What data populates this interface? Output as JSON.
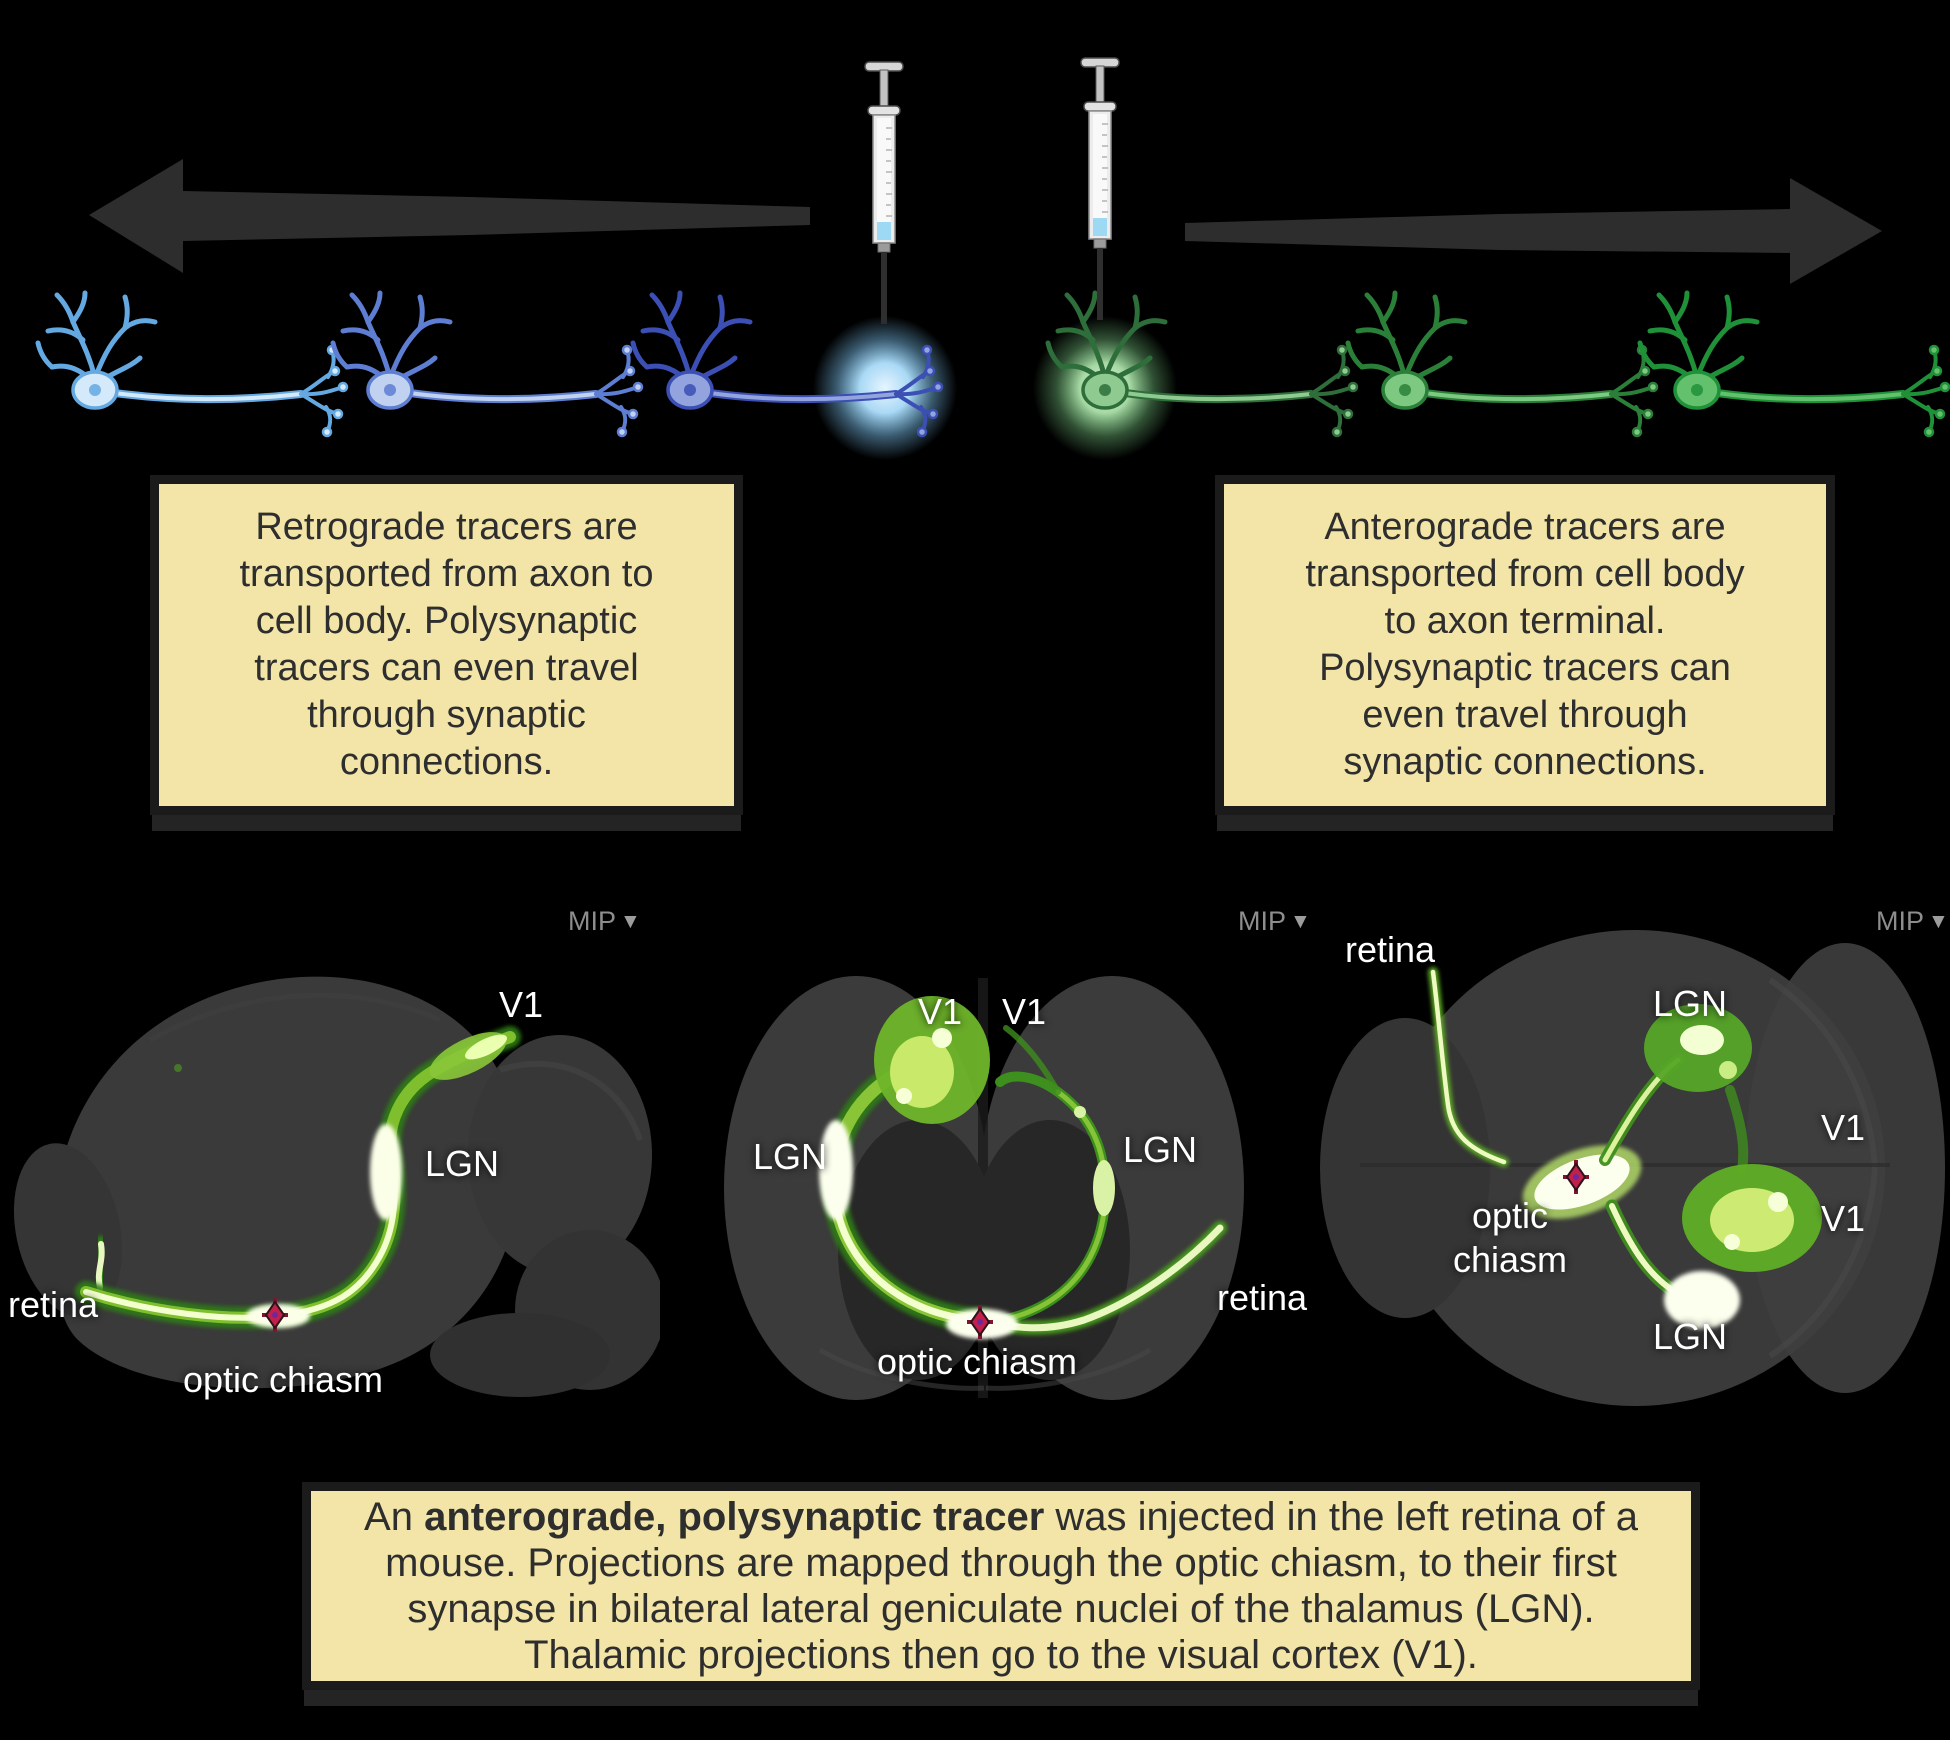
{
  "colors": {
    "background": "#000000",
    "info_box_bg": "#f2e5a7",
    "info_box_text": "#2e2e2e",
    "panel_label_text": "#ffffff",
    "mip_text": "#8d8d8d",
    "arrow_gray": "#2d2d2d",
    "tracer_green": "#3f9a1e",
    "tracer_core": "#fbffe8",
    "marker_red": "#c2204a",
    "neuron_blue_light": "#d4eafb",
    "neuron_blue_dark": "#3b4fb4",
    "neuron_green": "#2b8039",
    "glow_blue": "#aad9f5",
    "glow_green": "#a5d8a3"
  },
  "info_boxes": {
    "retrograde": {
      "lines": [
        "Retrograde tracers are",
        "transported from axon to",
        "cell body. Polysynaptic",
        "tracers can even travel",
        "through synaptic",
        "connections."
      ]
    },
    "anterograde": {
      "lines": [
        "Anterograde tracers are",
        "transported from cell body",
        "to axon terminal.",
        "Polysynaptic tracers can",
        "even travel through",
        "synaptic connections."
      ]
    }
  },
  "brain_panels": [
    {
      "view": "sagittal",
      "mip_label": "MIP",
      "mip_icon": "▼",
      "labels": {
        "v1": "V1",
        "lgn": "LGN",
        "retina": "retina",
        "optic_chiasm": "optic chiasm"
      }
    },
    {
      "view": "coronal",
      "mip_label": "MIP",
      "mip_icon": "▼",
      "labels": {
        "v1_left": "V1",
        "v1_right": "V1",
        "lgn_left": "LGN",
        "lgn_right": "LGN",
        "retina": "retina",
        "optic_chiasm": "optic chiasm"
      }
    },
    {
      "view": "horizontal",
      "mip_label": "MIP",
      "mip_icon": "▼",
      "labels": {
        "retina": "retina",
        "lgn_top": "LGN",
        "v1_upper": "V1",
        "optic_chiasm_line1": "optic",
        "optic_chiasm_line2": "chiasm",
        "v1_lower": "V1",
        "lgn_bottom": "LGN"
      }
    }
  ],
  "caption": {
    "line1_pre": "An ",
    "line1_bold": "anterograde, polysynaptic tracer",
    "line1_post": " was injected in the left retina of a",
    "line2": "mouse. Projections are mapped through the optic chiasm, to their first",
    "line3": "synapse in bilateral lateral geniculate nuclei of the thalamus (LGN).",
    "line4": "Thalamic projections then go to the visual cortex (V1)."
  }
}
